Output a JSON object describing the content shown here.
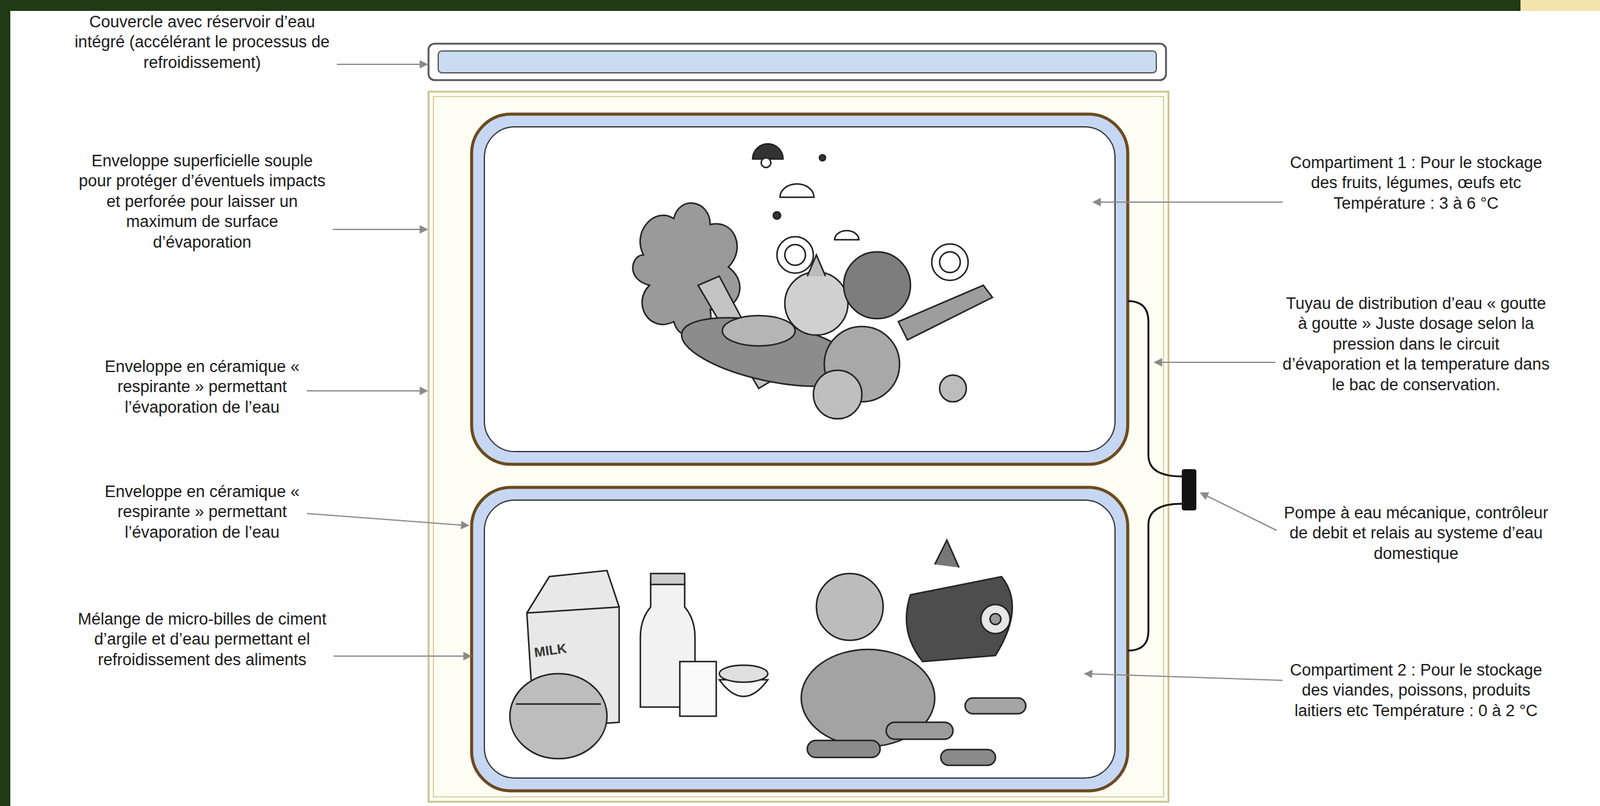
{
  "diagram": {
    "labels": [
      "Couvercle avec réservoir d’eau intégré (accélérant le processus de refroidissement)",
      "Enveloppe superficielle souple pour protéger d’éventuels impacts et perforée pour laisser un maximum de surface d’évaporation",
      "Enveloppe en céramique « respirante » permettant l’évaporation de l’eau",
      "Enveloppe en céramique « respirante » permettant l’évaporation de l’eau",
      "Mélange de micro-billes de ciment d’argile et d’eau permettant el refroidissement des aliments",
      "Compartiment 1 : Pour le stockage des fruits, légumes, œufs etc Température : 3 à 6 °C",
      "Tuyau de distribution d’eau « goutte à goutte » Juste dosage selon la pression dans le circuit d’évaporation et la temperature dans le bac de conservation.",
      "Pompe à eau mécanique, contrôleur de debit et relais au systeme d’eau domestique",
      "Compartiment 2 : Pour le stockage des viandes, poissons, produits laitiers etc Température : 0 à 2 °C",
      "MILK"
    ]
  }
}
